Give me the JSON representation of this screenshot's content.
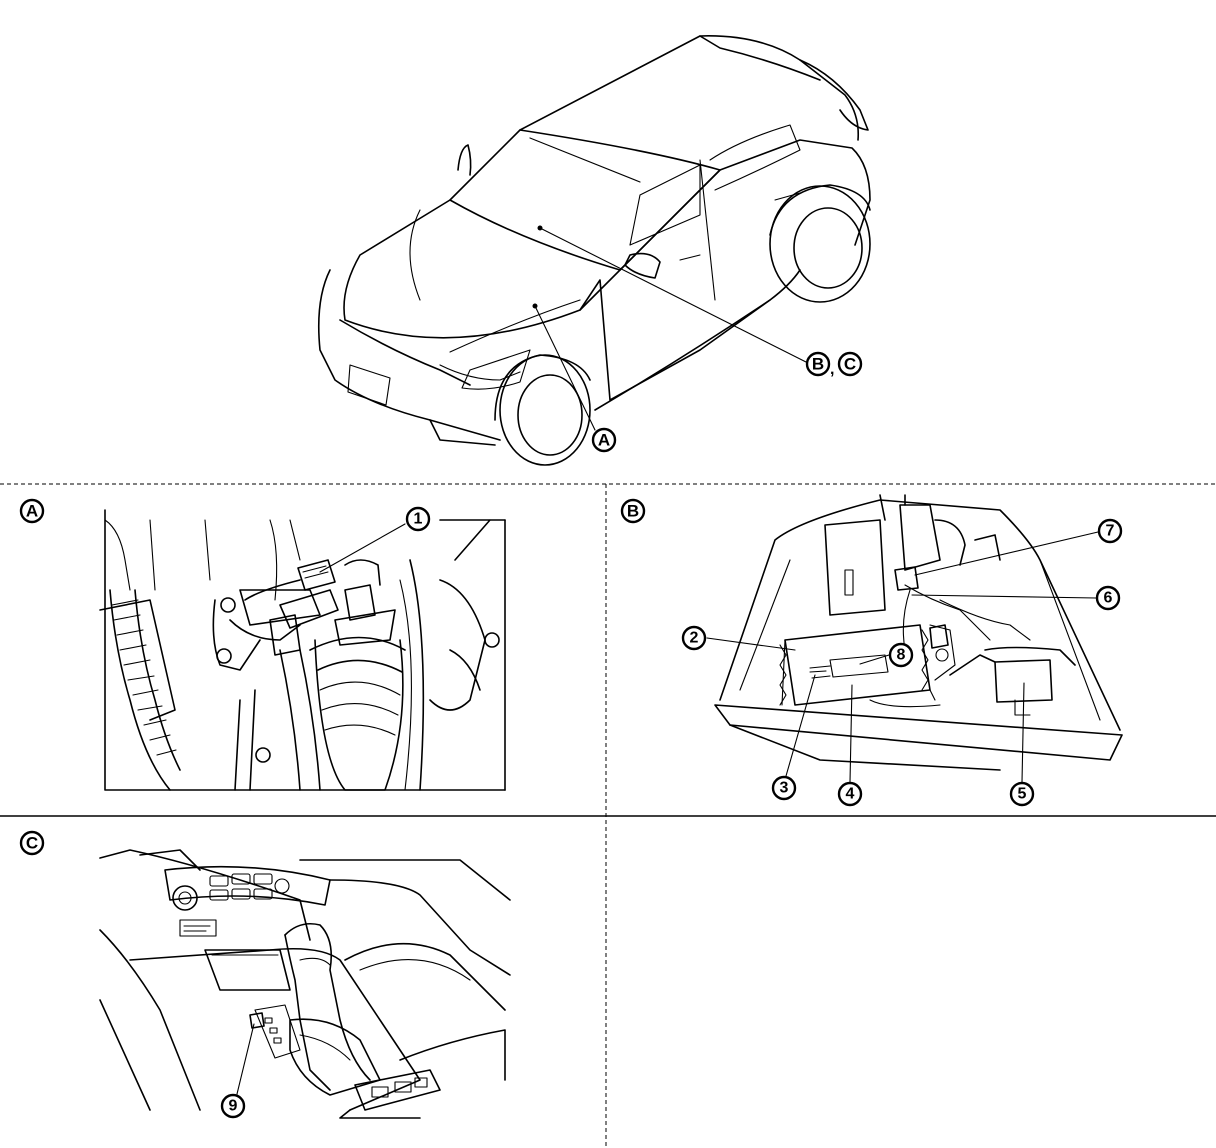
{
  "figure": {
    "overview": {
      "label_a": "A",
      "label_b": "B",
      "separator": ",",
      "label_c": "C"
    },
    "panel_a": {
      "title": "A",
      "callouts": [
        "1"
      ]
    },
    "panel_b": {
      "title": "B",
      "callouts": [
        "2",
        "3",
        "4",
        "5",
        "6",
        "7",
        "8"
      ]
    },
    "panel_c": {
      "title": "C",
      "callouts": [
        "9"
      ]
    }
  }
}
